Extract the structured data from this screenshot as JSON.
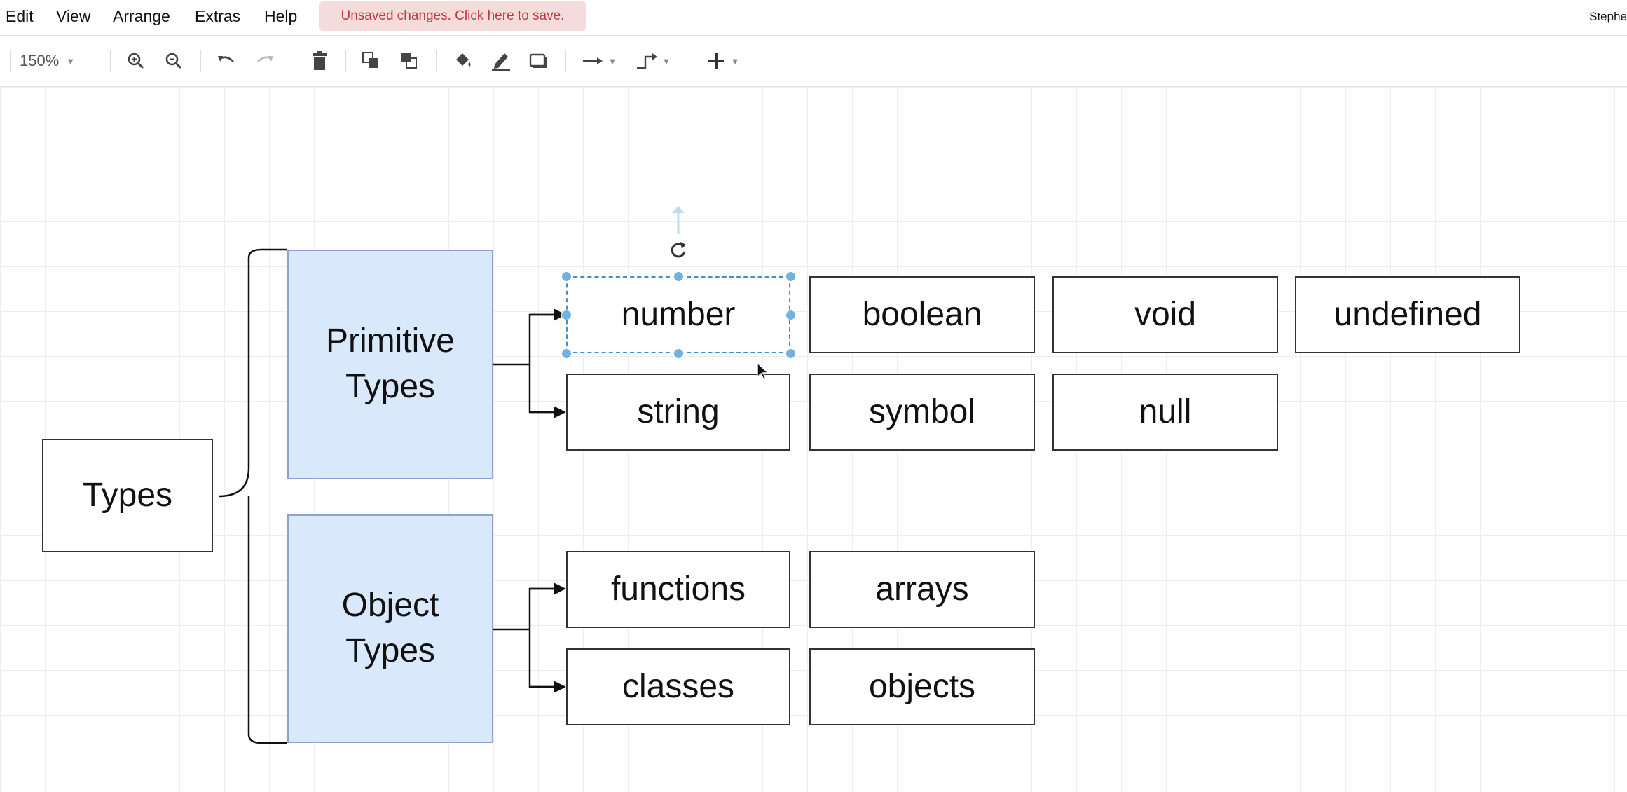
{
  "menu": {
    "items": [
      "Edit",
      "View",
      "Arrange",
      "Extras",
      "Help"
    ],
    "save_banner": "Unsaved changes. Click here to save.",
    "user": "Stephe"
  },
  "toolbar": {
    "zoom_label": "150%"
  },
  "diagram": {
    "root": "Types",
    "primitive": {
      "label": "Primitive\nTypes"
    },
    "object": {
      "label": "Object\nTypes"
    },
    "primitive_items": [
      "number",
      "boolean",
      "void",
      "undefined",
      "string",
      "symbol",
      "null"
    ],
    "object_items": [
      "functions",
      "arrays",
      "classes",
      "objects"
    ]
  },
  "colors": {
    "group_fill": "#dae8fc",
    "group_border": "#8aa6cf",
    "node_border": "#333333",
    "selection": "#3f8fc9",
    "save_banner_bg": "#f5dcdc",
    "save_banner_text": "#c0383b"
  }
}
